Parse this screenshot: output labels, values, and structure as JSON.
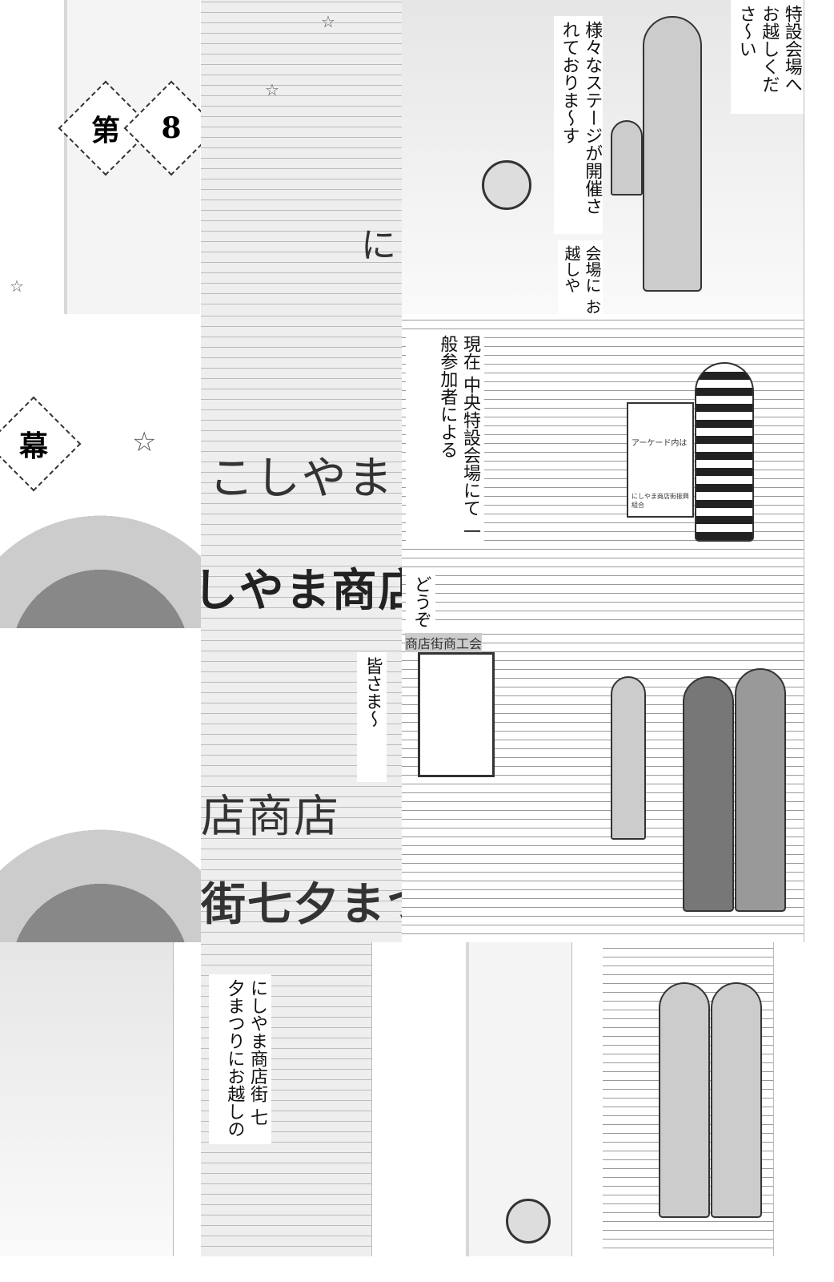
{
  "chapter": {
    "dai": "第",
    "number": "8",
    "maku": "幕"
  },
  "captions": {
    "stage": "様々なステージが開催されておりま～す",
    "venue": "特設会場へ お越しくださ～い",
    "central": "中央特設会場に お越しや",
    "current": "現在 中央特設会場にて 一般参加者による",
    "douzo": "どうぞ",
    "minasama": "皆さま～",
    "welcome": "にしやま商店街 七夕まつりにお越しの",
    "ni": "に"
  },
  "signs": {
    "arch1": "こしやま",
    "arch2": "しやま商店",
    "arch3": "街七夕まつ",
    "arch4": "店商店",
    "assoc": "商店街商工会",
    "board": "にしやま商店街振興組合",
    "arcade": "アーケード内は"
  }
}
